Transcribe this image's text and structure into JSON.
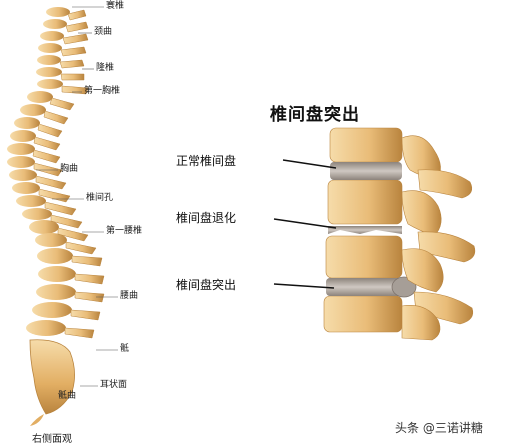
{
  "spine_labels": {
    "atlas": "寰椎",
    "cervical_curve": "颈曲",
    "axis": "隆椎",
    "first_thoracic": "第一胸椎",
    "thoracic_curve": "胸曲",
    "intervertebral_foramen": "椎间孔",
    "first_lumbar": "第一腰椎",
    "lumbar_curve": "腰曲",
    "sacral_curve": "骶",
    "auricular_surface": "耳状面",
    "coccyx": "骶曲",
    "view_caption": "右侧面观"
  },
  "disc_figure": {
    "title": "椎间盘突出",
    "conditions": [
      "正常椎间盘",
      "椎间盘退化",
      "椎间盘突出"
    ]
  },
  "watermark": "头条 @三诺讲糖",
  "colors": {
    "bone": "#e9bc78",
    "bone_dark": "#b9843e",
    "bone_light": "#f6dcaa",
    "disc": "#b7b0aa",
    "disc_dark": "#7d736c"
  }
}
